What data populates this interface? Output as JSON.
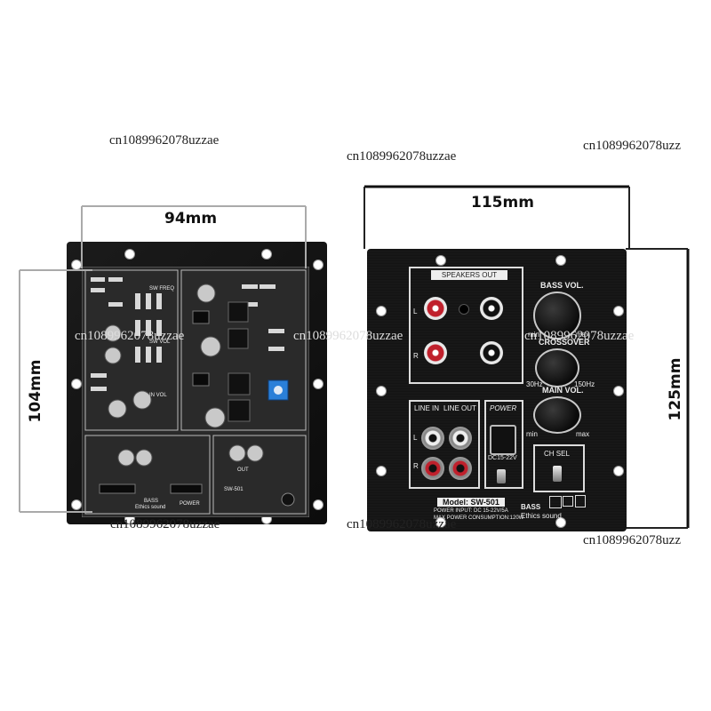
{
  "watermarks": [
    "cn1089962078uzzae",
    "cn1089962078uzzae",
    "cn1089962078uzz",
    "cn1089962078uzzae",
    "cn1089962078uzzae",
    "cn1089962078uzzae",
    "cn1089962078uzzae",
    "cn1089962078uzzae",
    "cn1089962078uzz"
  ],
  "left_board": {
    "width_label": "94mm",
    "height_label": "104mm",
    "pcb_texts": [
      "SW FREQ",
      "SW VOL",
      "IN VOL",
      "BASS",
      "Ethics sound",
      "POWER",
      "SW-501",
      "OUT"
    ]
  },
  "right_panel": {
    "width_label": "115mm",
    "height_label": "125mm",
    "speakers_out": "SPEAKERS OUT",
    "left": "L",
    "right": "R",
    "bass_vol": "BASS VOL.",
    "crossover": "CROSSOVER",
    "main_vol": "MAIN VOL.",
    "min": "min",
    "max": "max",
    "hz30": "30Hz",
    "hz150": "150Hz",
    "line_in": "LINE IN",
    "line_out": "LINE OUT",
    "power": "POWER",
    "dc": "DC15-22V",
    "ch_sel": "CH SEL",
    "model": "Model:  SW-501",
    "power_input": "POWER INPUT: DC 15-22V/5A",
    "max_power": "MAX POWER CONSUMPTION:120W",
    "bass": "BASS",
    "brand": "Ethics sound"
  },
  "colors": {
    "panel": "#151515",
    "accent_red": "#b8202a",
    "dim_line": "#111111"
  }
}
